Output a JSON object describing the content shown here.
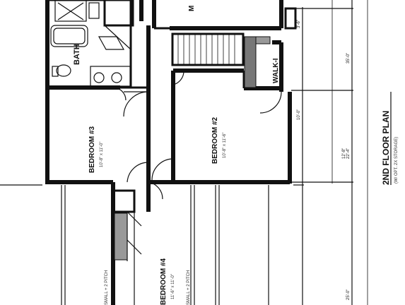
{
  "title": "2ND FLOOR PLAN",
  "subtitle": "(W/ OPT. 2X STORAGE)",
  "rooms": {
    "bedroom3": {
      "name": "BEDROOM #3",
      "size": "10'-8\" x 11'-0\""
    },
    "bedroom2": {
      "name": "BEDROOM #2",
      "size": "10'-8\" x 11'-6\""
    },
    "bedroom4": {
      "name": "BEDROOM #4",
      "size": "11'-6\" x 11'-0\""
    },
    "bath": {
      "name": "BATH"
    },
    "walkin": {
      "name": "WALK-I"
    },
    "master": {
      "name": "M"
    }
  },
  "notes": {
    "wall_note_1": "SMALL + 2 PITCH",
    "wall_note_2": "SMALL + 2 PITCH"
  },
  "dimensions": {
    "d1": "35'-0\"",
    "d2": "22'-4\"",
    "d3": "12'-8\"",
    "d4": "3'-6\"",
    "d5": "10'-0\"",
    "d6": "25'-0\""
  }
}
